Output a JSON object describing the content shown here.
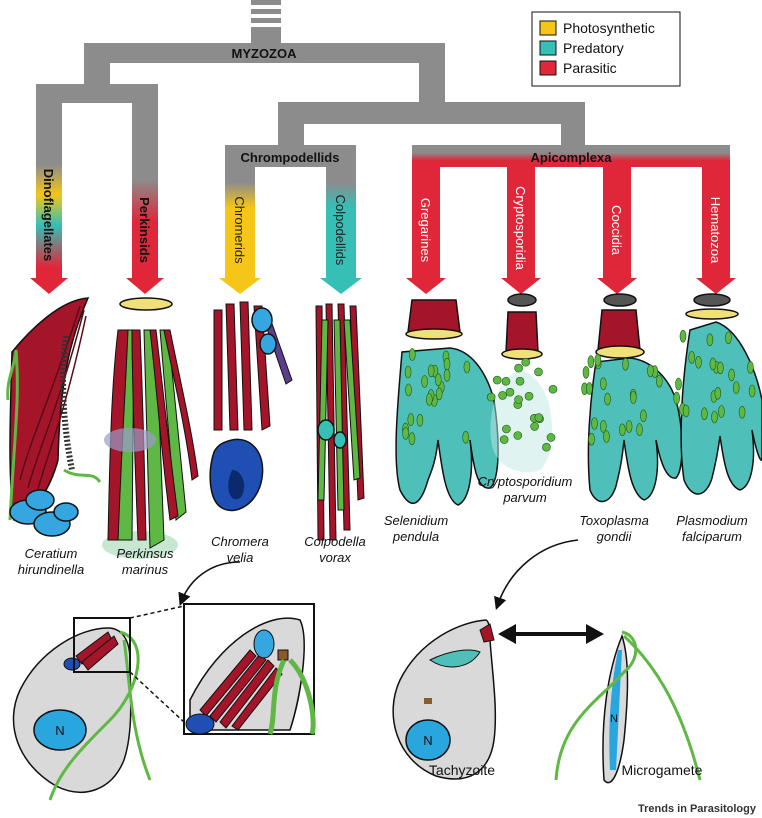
{
  "colors": {
    "tree": "#8c8c8d",
    "photosynthetic": "#f5c518",
    "predatory": "#35bfb5",
    "parasitic": "#e0273a",
    "tubule_red": "#a5152a",
    "cell_body": "#d9d9da",
    "nucleus": "#2aa6df",
    "flagellum": "#5fb844",
    "organelle_blue": "#1f4fb2"
  },
  "legend": {
    "items": [
      {
        "label": "Photosynthetic",
        "color": "#f5c518"
      },
      {
        "label": "Predatory",
        "color": "#35bfb5"
      },
      {
        "label": "Parasitic",
        "color": "#e0273a"
      }
    ]
  },
  "tree": {
    "root": "MYZOZOA",
    "clade_chrompodellids": "Chrompodellids",
    "clade_apicomplexa": "Apicomplexa",
    "branches": [
      {
        "label": "Dinoflagellates",
        "bold": true
      },
      {
        "label": "Perkinsids",
        "bold": true
      },
      {
        "label": "Chromerids",
        "bold": false
      },
      {
        "label": "Colpodellids",
        "bold": false
      },
      {
        "label": "Gregarines",
        "bold": false
      },
      {
        "label": "Cryptosporidia",
        "bold": false
      },
      {
        "label": "Coccidia",
        "bold": false
      },
      {
        "label": "Hematozoa",
        "bold": false
      }
    ]
  },
  "species": [
    {
      "line1": "Ceratium",
      "line2": "hirundinella"
    },
    {
      "line1": "Perkinsus",
      "line2": "marinus"
    },
    {
      "line1": "Chromera",
      "line2": "velia"
    },
    {
      "line1": "Colpodella",
      "line2": "vorax"
    },
    {
      "line1": "Selenidium",
      "line2": "pendula"
    },
    {
      "line1": "Cryptosporidium",
      "line2": "parvum"
    },
    {
      "line1": "Toxoplasma",
      "line2": "gondii"
    },
    {
      "line1": "Plasmodium",
      "line2": "falciparum"
    }
  ],
  "cells": {
    "nucleus_label": "N",
    "tachyzoite": "Tachyzoite",
    "microgamete": "Microgamete"
  },
  "credit": "Trends in Parasitology"
}
